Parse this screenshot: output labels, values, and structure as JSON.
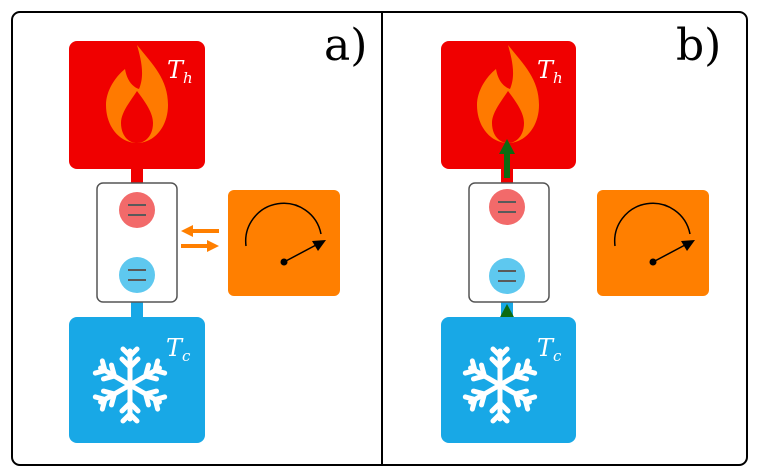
{
  "panels": [
    {
      "label": "a)",
      "hot_label": "T",
      "hot_sub": "h",
      "cold_label": "T",
      "cold_sub": "c",
      "exchange_arrows": true,
      "heat_flow_arrows": false
    },
    {
      "label": "b)",
      "hot_label": "T",
      "hot_sub": "h",
      "cold_label": "T",
      "cold_sub": "c",
      "exchange_arrows": false,
      "heat_flow_arrows": true
    }
  ],
  "colors": {
    "hot_bath": "#f00000",
    "flame_outer": "#ff7a00",
    "flame_inner": "#ffb030",
    "cold_bath": "#18a8e6",
    "snowflake": "#ffffff",
    "hot_level": "#f26a6a",
    "cold_level": "#5ec8ef",
    "level_lines": "#5a5a5a",
    "meter_box": "#ff7f00",
    "exchange_arrow": "#ff7f00",
    "flow_arrow": "#0d6b12",
    "frame": "#000000"
  },
  "icons": [
    "flame-icon",
    "snowflake-icon",
    "gauge-icon"
  ]
}
